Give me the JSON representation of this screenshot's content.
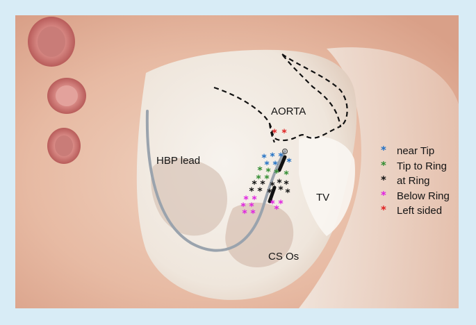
{
  "labels": {
    "aorta": "AORTA",
    "hbp_lead": "HBP lead",
    "tv": "TV",
    "cs_os": "CS Os"
  },
  "legend": [
    {
      "mark": "*",
      "label": "near Tip",
      "color": "#1f6fc4"
    },
    {
      "mark": "*",
      "label": "Tip to Ring",
      "color": "#2e8b2e"
    },
    {
      "mark": "*",
      "label": "at Ring",
      "color": "#111111"
    },
    {
      "mark": "*",
      "label": "Below Ring",
      "color": "#e020e0"
    },
    {
      "mark": "*",
      "label": "Left sided",
      "color": "#e02020"
    }
  ],
  "colors": {
    "background": "#d8ecf6",
    "anatomy_tissue": "#e8c0ac",
    "cavity_light": "#f3eee9",
    "lead": "#9aa3ad",
    "outline_dashed": "#111111"
  },
  "markers": [
    {
      "group": "near Tip",
      "count": 6
    },
    {
      "group": "Tip to Ring",
      "count": 6
    },
    {
      "group": "at Ring",
      "count": 10
    },
    {
      "group": "Below Ring",
      "count": 9
    },
    {
      "group": "Left sided",
      "count": 2
    }
  ]
}
